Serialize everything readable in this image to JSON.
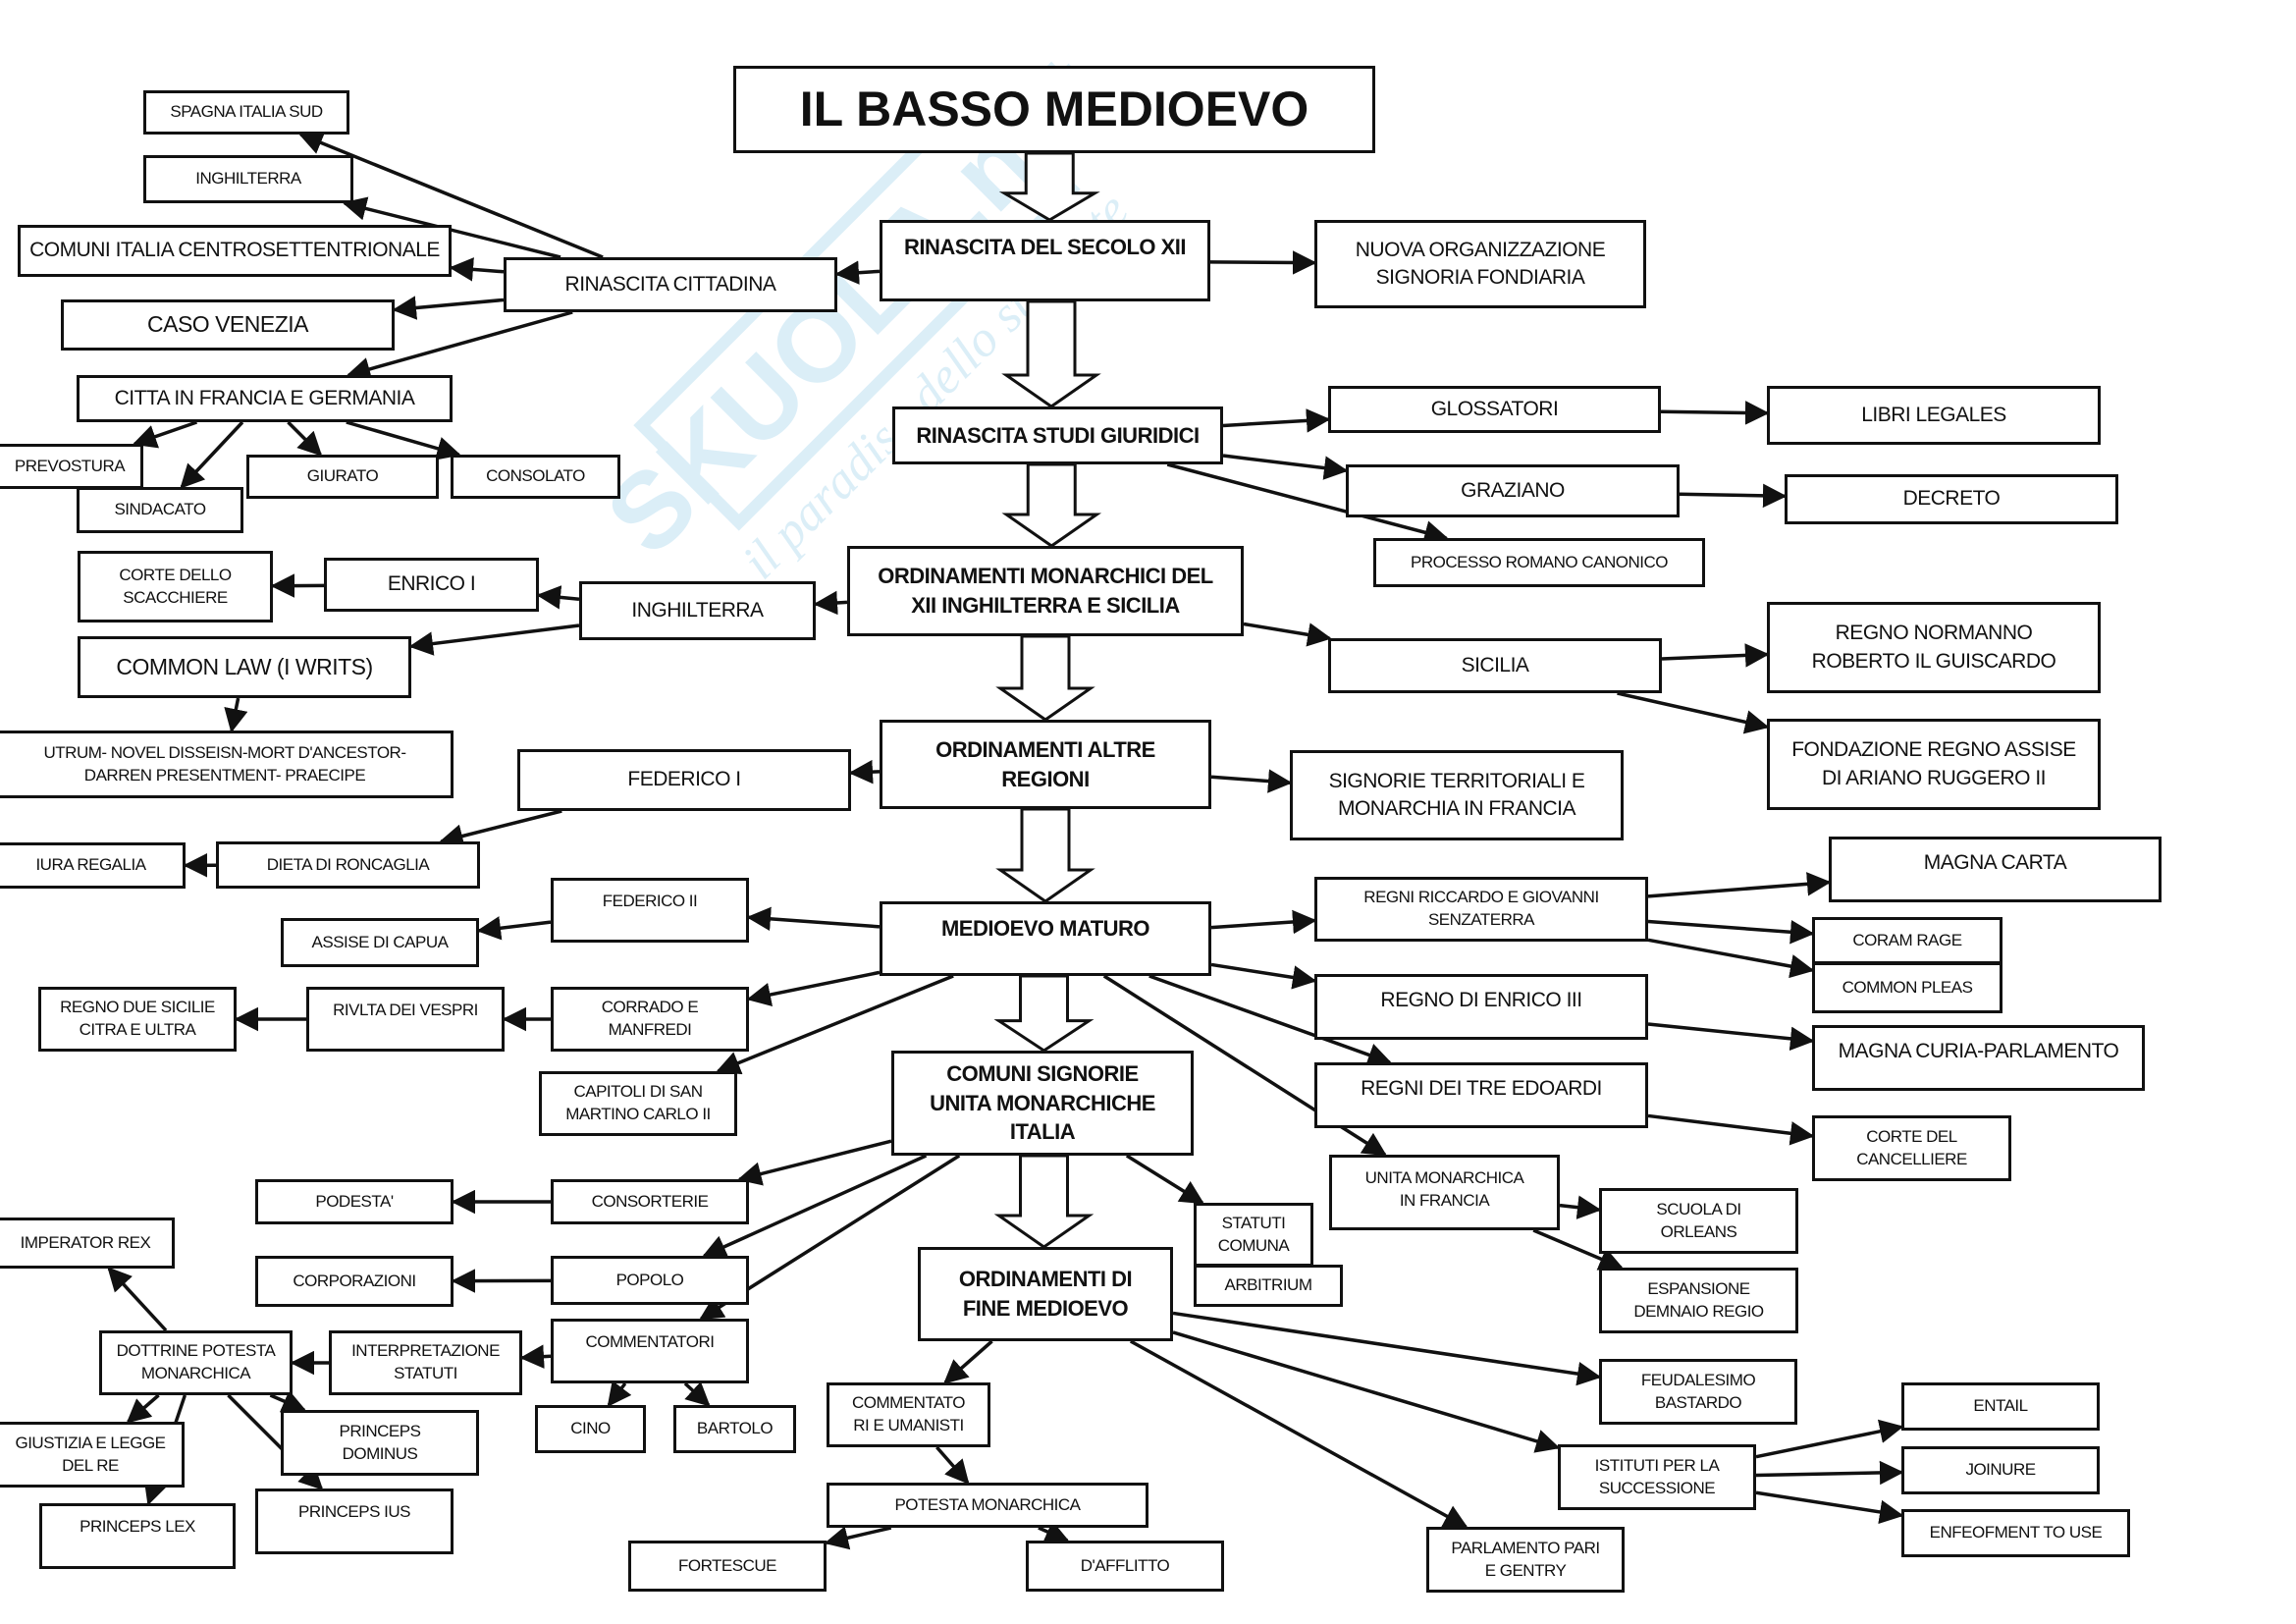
{
  "title": "IL BASSO MEDIOEVO",
  "watermark": {
    "brand": "SKUOLA.net",
    "tagline": "il paradiso dello studente",
    "color": "#bfe1f2"
  },
  "nodes": {
    "spagna": "SPAGNA ITALIA SUD",
    "inghilterra_top": "INGHILTERRA",
    "comuni_italia": "COMUNI ITALIA CENTROSETTENTRIONALE",
    "caso_venezia": "CASO VENEZIA",
    "citta_francia": "CITTA IN FRANCIA E GERMANIA",
    "prevostura": "PREVOSTURA",
    "sindacato": "SINDACATO",
    "giurato": "GIURATO",
    "consolato": "CONSOLATO",
    "rinascita_cittadina": "RINASCITA CITTADINA",
    "rinascita_xii": "RINASCITA DEL SECOLO XII",
    "nuova_org": "NUOVA ORGANIZZAZIONE\nSIGNORIA FONDIARIA",
    "rinascita_studi": "RINASCITA STUDI GIURIDICI",
    "glossatori": "GLOSSATORI",
    "libri_legales": "LIBRI LEGALES",
    "graziano": "GRAZIANO",
    "decreto": "DECRETO",
    "processo": "PROCESSO ROMANO CANONICO",
    "ord_monarchici": "ORDINAMENTI MONARCHICI DEL\nXII INGHILTERRA E SICILIA",
    "inghilterra": "INGHILTERRA",
    "enrico_i": "ENRICO I",
    "corte_scacchiere": "CORTE DELLO\nSCACCHIERE",
    "common_law": "COMMON LAW (I WRITS)",
    "utrum": "UTRUM- NOVEL DISSEISN-MORT D'ANCESTOR-\nDARREN PRESENTMENT- PRAECIPE",
    "sicilia": "SICILIA",
    "regno_normanno": "REGNO NORMANNO\nROBERTO IL GUISCARDO",
    "fondazione_regno": "FONDAZIONE REGNO ASSISE\nDI ARIANO RUGGERO II",
    "ord_altre": "ORDINAMENTI ALTRE\nREGIONI",
    "federico_i": "FEDERICO I",
    "dieta": "DIETA DI RONCAGLIA",
    "iura": "IURA REGALIA",
    "signorie_terr": "SIGNORIE TERRITORIALI E\nMONARCHIA IN FRANCIA",
    "medioevo_maturo": "MEDIOEVO MATURO",
    "federico_ii": "FEDERICO II",
    "assise_capua": "ASSISE DI CAPUA",
    "corrado": "CORRADO E\nMANFREDI",
    "rivolta": "RIVLTA DEI VESPRI",
    "regno_due_sicilie": "REGNO DUE SICILIE\nCITRA E ULTRA",
    "capitoli": "CAPITOLI DI SAN\nMARTINO CARLO II",
    "regni_riccardo": "REGNI RICCARDO E GIOVANNI\nSENZATERRA",
    "magna_carta": "MAGNA CARTA",
    "coram_rage": "CORAM RAGE",
    "common_pleas": "COMMON PLEAS",
    "regno_enrico_iii": "REGNO DI ENRICO III",
    "magna_curia": "MAGNA CURIA-PARLAMENTO",
    "tre_edoardi": "REGNI DEI TRE EDOARDI",
    "corte_cancelliere": "CORTE DEL\nCANCELLIERE",
    "unita_francia": "UNITA MONARCHICA\nIN FRANCIA",
    "scuola_orleans": "SCUOLA DI\nORLEANS",
    "espansione": "ESPANSIONE\nDEMNAIO REGIO",
    "comuni_signorie": "COMUNI SIGNORIE\nUNITA MONARCHICHE\nITALIA",
    "statuti": "STATUTI\nCOMUNA",
    "arbitrium": "ARBITRIUM",
    "consorterie": "CONSORTERIE",
    "podesta": "PODESTA'",
    "popolo": "POPOLO",
    "corporazioni": "CORPORAZIONI",
    "commentatori": "COMMENTATORI",
    "cino": "CINO",
    "bartolo": "BARTOLO",
    "interpretazione": "INTERPRETAZIONE\nSTATUTI",
    "dottrine": "DOTTRINE POTESTA\nMONARCHICA",
    "imperator": "IMPERATOR REX",
    "giustizia": "GIUSTIZIA E LEGGE\nDEL RE",
    "princeps_lex": "PRINCEPS LEX",
    "princeps_dominus": "PRINCEPS\nDOMINUS",
    "princeps_ius": "PRINCEPS IUS",
    "ord_fine": "ORDINAMENTI DI\nFINE MEDIOEVO",
    "commentatori_umanisti": "COMMENTATO\nRI E UMANISTI",
    "potesta_monarchica": "POTESTA MONARCHICA",
    "fortescue": "FORTESCUE",
    "dafflitto": "D'AFFLITTO",
    "feudalesimo": "FEUDALESIMO\nBASTARDO",
    "istituti": "ISTITUTI PER LA\nSUCCESSIONE",
    "entail": "ENTAIL",
    "joinure": "JOINURE",
    "enfeofment": "ENFEOFMENT TO USE",
    "parlamento": "PARLAMENTO PARI\nE GENTRY"
  },
  "edges": [
    [
      "rinascita_xii",
      "rinascita_cittadina"
    ],
    [
      "rinascita_xii",
      "nuova_org"
    ],
    [
      "rinascita_cittadina",
      "spagna"
    ],
    [
      "rinascita_cittadina",
      "inghilterra_top"
    ],
    [
      "rinascita_cittadina",
      "comuni_italia"
    ],
    [
      "rinascita_cittadina",
      "caso_venezia"
    ],
    [
      "rinascita_cittadina",
      "citta_francia"
    ],
    [
      "citta_francia",
      "prevostura"
    ],
    [
      "citta_francia",
      "sindacato"
    ],
    [
      "citta_francia",
      "giurato"
    ],
    [
      "citta_francia",
      "consolato"
    ],
    [
      "rinascita_studi",
      "glossatori"
    ],
    [
      "rinascita_studi",
      "graziano"
    ],
    [
      "rinascita_studi",
      "processo"
    ],
    [
      "glossatori",
      "libri_legales"
    ],
    [
      "graziano",
      "decreto"
    ],
    [
      "ord_monarchici",
      "inghilterra"
    ],
    [
      "ord_monarchici",
      "sicilia"
    ],
    [
      "inghilterra",
      "enrico_i"
    ],
    [
      "inghilterra",
      "common_law"
    ],
    [
      "enrico_i",
      "corte_scacchiere"
    ],
    [
      "common_law",
      "utrum"
    ],
    [
      "sicilia",
      "regno_normanno"
    ],
    [
      "sicilia",
      "fondazione_regno"
    ],
    [
      "ord_altre",
      "federico_i"
    ],
    [
      "ord_altre",
      "signorie_terr"
    ],
    [
      "federico_i",
      "dieta"
    ],
    [
      "dieta",
      "iura"
    ],
    [
      "medioevo_maturo",
      "federico_ii"
    ],
    [
      "medioevo_maturo",
      "corrado"
    ],
    [
      "medioevo_maturo",
      "capitoli"
    ],
    [
      "federico_ii",
      "assise_capua"
    ],
    [
      "corrado",
      "rivolta"
    ],
    [
      "rivolta",
      "regno_due_sicilie"
    ],
    [
      "medioevo_maturo",
      "regni_riccardo"
    ],
    [
      "medioevo_maturo",
      "regno_enrico_iii"
    ],
    [
      "medioevo_maturo",
      "tre_edoardi"
    ],
    [
      "medioevo_maturo",
      "unita_francia"
    ],
    [
      "regni_riccardo",
      "magna_carta"
    ],
    [
      "regni_riccardo",
      "coram_rage"
    ],
    [
      "regni_riccardo",
      "common_pleas"
    ],
    [
      "regno_enrico_iii",
      "magna_curia"
    ],
    [
      "tre_edoardi",
      "corte_cancelliere"
    ],
    [
      "unita_francia",
      "scuola_orleans"
    ],
    [
      "unita_francia",
      "espansione"
    ],
    [
      "comuni_signorie",
      "consorterie"
    ],
    [
      "comuni_signorie",
      "popolo"
    ],
    [
      "comuni_signorie",
      "commentatori"
    ],
    [
      "comuni_signorie",
      "statuti"
    ],
    [
      "consorterie",
      "podesta"
    ],
    [
      "popolo",
      "corporazioni"
    ],
    [
      "commentatori",
      "interpretazione"
    ],
    [
      "commentatori",
      "cino"
    ],
    [
      "commentatori",
      "bartolo"
    ],
    [
      "interpretazione",
      "dottrine"
    ],
    [
      "dottrine",
      "imperator"
    ],
    [
      "dottrine",
      "giustizia"
    ],
    [
      "dottrine",
      "princeps_lex"
    ],
    [
      "dottrine",
      "princeps_dominus"
    ],
    [
      "dottrine",
      "princeps_ius"
    ],
    [
      "ord_fine",
      "commentatori_umanisti"
    ],
    [
      "ord_fine",
      "feudalesimo"
    ],
    [
      "ord_fine",
      "istituti"
    ],
    [
      "ord_fine",
      "parlamento"
    ],
    [
      "commentatori_umanisti",
      "potesta_monarchica"
    ],
    [
      "potesta_monarchica",
      "fortescue"
    ],
    [
      "potesta_monarchica",
      "dafflitto"
    ],
    [
      "istituti",
      "entail"
    ],
    [
      "istituti",
      "joinure"
    ],
    [
      "istituti",
      "enfeofment"
    ]
  ],
  "flow": [
    "title",
    "rinascita_xii",
    "rinascita_studi",
    "ord_monarchici",
    "ord_altre",
    "medioevo_maturo",
    "comuni_signorie",
    "ord_fine"
  ]
}
